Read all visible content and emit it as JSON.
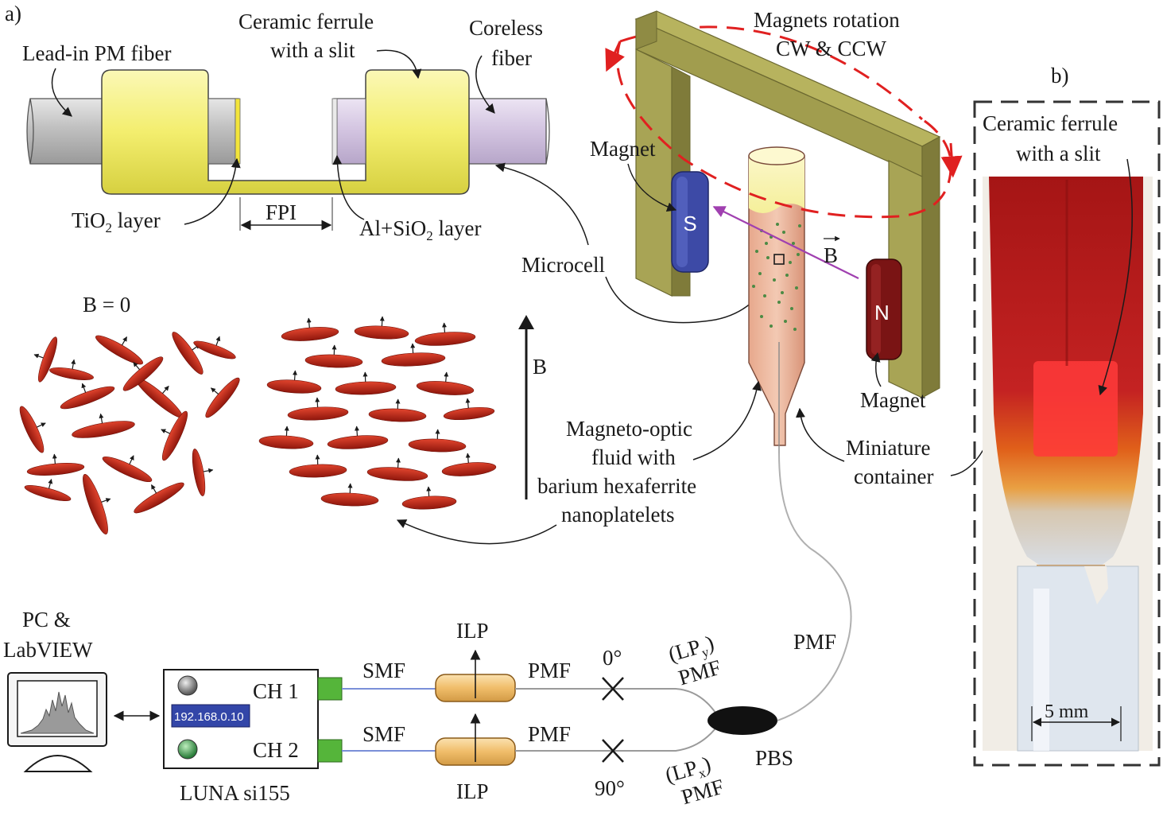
{
  "panels": {
    "a": "a)",
    "b": "b)"
  },
  "fiber_section": {
    "lead_in": "Lead-in PM fiber",
    "ceramic_ferrule_line1": "Ceramic ferrule",
    "ceramic_ferrule_line2": "with a slit",
    "coreless_line1": "Coreless",
    "coreless_line2": "fiber",
    "tio2_a": "TiO",
    "tio2_sub": "2",
    "tio2_b": " layer",
    "fpi": "FPI",
    "alsio2_a": "Al+SiO",
    "alsio2_sub": "2",
    "alsio2_b": " layer",
    "microcell": "Microcell"
  },
  "magnet_section": {
    "rotation_line1": "Magnets rotation",
    "rotation_line2": "CW & CCW",
    "magnet_left": "Magnet",
    "magnet_right": "Magnet",
    "pole_s": "S",
    "pole_n": "N",
    "field_vec": "B",
    "fluid_line1": "Magneto-optic",
    "fluid_line2": "fluid with",
    "fluid_line3": "barium hexaferrite",
    "fluid_line4": "nanoplatelets",
    "container_line1": "Miniature",
    "container_line2": "container"
  },
  "platelets": {
    "b_zero": "B = 0",
    "b_axis": "B"
  },
  "setup": {
    "pc_line1": "PC &",
    "pc_line2": "LabVIEW",
    "ch1": "CH 1",
    "ch2": "CH 2",
    "ip": "192.168.0.10",
    "luna": "LUNA si155",
    "smf_top": "SMF",
    "smf_bottom": "SMF",
    "pmf_top": "PMF",
    "pmf_bottom": "PMF",
    "pmf_right": "PMF",
    "ilp_top": "ILP",
    "ilp_bottom": "ILP",
    "angle_0": "0°",
    "angle_90": "90°",
    "lpy_a": "(LP",
    "lpy_sub": "y",
    "lpy_b": ")",
    "lpy_pmf": "PMF",
    "lpx_a": "(LP",
    "lpx_sub": "x",
    "lpx_b": ")",
    "lpx_pmf": "PMF",
    "pbs": "PBS"
  },
  "photo": {
    "caption_line1": "Ceramic ferrule",
    "caption_line2": "with a slit",
    "scale": "5 mm"
  },
  "colors": {
    "ferrule": "#f5f07a",
    "fiber_gray": "#c9c9c9",
    "coreless": "#d9cde6",
    "frame": "#a8a45a",
    "magnet_s": "#3d4aa6",
    "magnet_n": "#7a1414",
    "platelet": "#c0281a",
    "dashed_red": "#e02020",
    "field_arrow": "#a040b0",
    "connector_green": "#55b53a",
    "ilp_orange": "#f0bd6a",
    "photo_red": "#b81a1a"
  }
}
